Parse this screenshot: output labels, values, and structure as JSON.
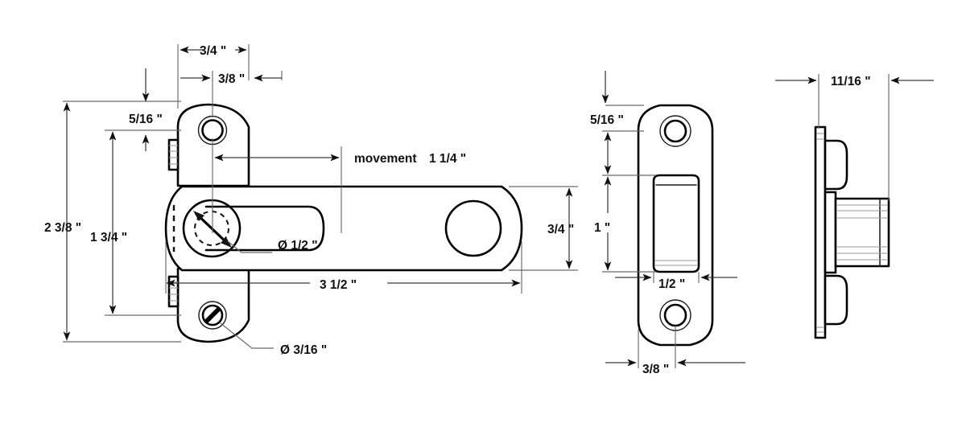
{
  "drawing": {
    "title": "Door Latch / Slide Bolt Technical Drawing",
    "units": "inches",
    "line_color": "#000000",
    "dim_color": "#3a3a3a",
    "background": "#ffffff"
  },
  "views": {
    "front": {
      "name": "front-elevation-view",
      "label": ""
    },
    "strike": {
      "name": "strike-plate-front-view",
      "label": ""
    },
    "side": {
      "name": "strike-plate-side-view",
      "label": ""
    }
  },
  "dimensions": {
    "overall_height": "2 3/8 \"",
    "hole_spacing_vertical": "1 3/4 \"",
    "plate_width": "3/4 \"",
    "hole_offset_horizontal": "3/8 \"",
    "edge_thickness": "5/16 \"",
    "movement_label": "movement",
    "movement_value": "1 1/4 \"",
    "bolt_diameter": "Ø 1/2 \"",
    "screw_hole_diameter": "Ø  3/16 \"",
    "overall_length": "3 1/2 \"",
    "bolt_body_height": "3/4 \"",
    "strike_top_offset": "5/16 \"",
    "strike_slot_height": "1 \"",
    "strike_slot_width": "1/2 \"",
    "strike_hole_offset": "3/8 \"",
    "side_depth": "11/16 \""
  }
}
